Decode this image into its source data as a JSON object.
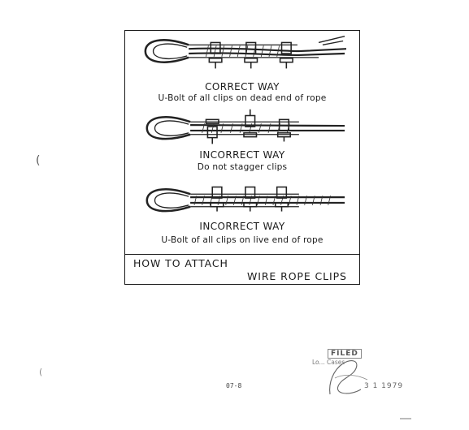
{
  "diagrams": [
    {
      "heading": "CORRECT WAY",
      "note": "U-Bolt of all clips on dead end of rope"
    },
    {
      "heading": "INCORRECT WAY",
      "note": "Do not stagger clips"
    },
    {
      "heading": "INCORRECT WAY",
      "note": "U-Bolt of all clips on live end of rope"
    }
  ],
  "caption": {
    "line1": "HOW TO ATTACH",
    "line2": "WIRE ROPE CLIPS"
  },
  "page_number": "07-8",
  "stamp": {
    "top": "FILED",
    "office": "Lo... Cases",
    "date": "3 1 1979"
  }
}
